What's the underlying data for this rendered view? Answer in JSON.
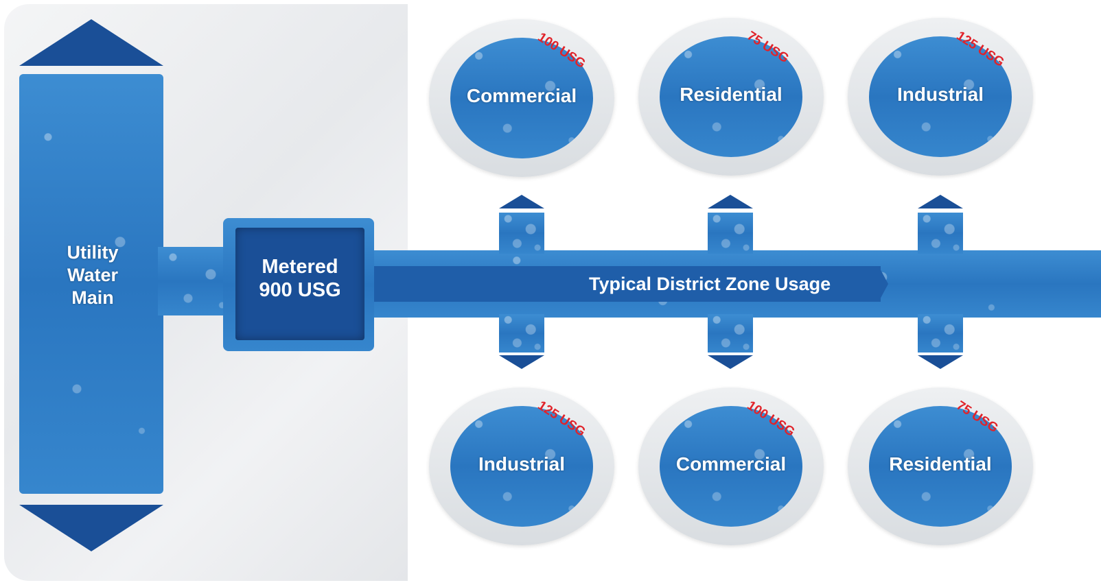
{
  "main": {
    "label_line1": "Utility",
    "label_line2": "Water",
    "label_line3": "Main"
  },
  "meter": {
    "line1": "Metered",
    "line2": "900 USG"
  },
  "flow": {
    "label": "Typical District Zone Usage"
  },
  "zones_top": [
    {
      "label": "Commercial",
      "usage": "100 USG"
    },
    {
      "label": "Residential",
      "usage": "75 USG"
    },
    {
      "label": "Industrial",
      "usage": "125 USG"
    }
  ],
  "zones_bottom": [
    {
      "label": "Industrial",
      "usage": "125 USG"
    },
    {
      "label": "Commercial",
      "usage": "100 USG"
    },
    {
      "label": "Residential",
      "usage": "75 USG"
    }
  ],
  "colors": {
    "water": "#2a76c0",
    "dark_blue": "#1a4f97",
    "usage_text": "#e0232a",
    "ring": "#e4e7ea"
  }
}
